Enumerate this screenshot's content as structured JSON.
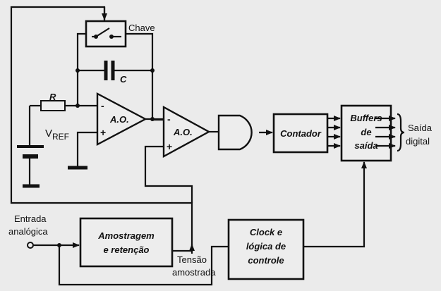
{
  "labels": {
    "chave": "Chave",
    "c": "C",
    "r": "R",
    "vref": "V",
    "vref_sub": "REF",
    "ao1": "A.O.",
    "ao2": "A.O.",
    "contador": "Contador",
    "buffers_line1": "Buffers",
    "buffers_line2": "de",
    "buffers_line3": "saída",
    "saida_line1": "Saída",
    "saida_line2": "digital",
    "entrada_line1": "Entrada",
    "entrada_line2": "analógica",
    "amostragem_line1": "Amostragem",
    "amostragem_line2": "e retenção",
    "tensao_line1": "Tensão",
    "tensao_line2": "amostrada",
    "clock_line1": "Clock e",
    "clock_line2": "lógica de",
    "clock_line3": "controle",
    "minus": "-",
    "plus": "+"
  },
  "colors": {
    "ink": "#111111",
    "paper": "#ebebeb"
  }
}
